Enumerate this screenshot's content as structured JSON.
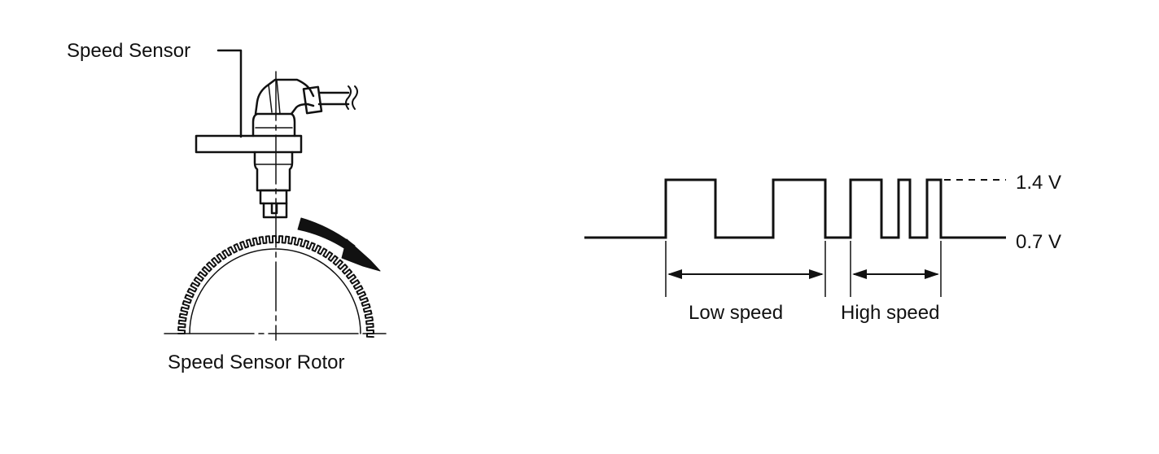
{
  "sensor_diagram": {
    "sensor_label": "Speed Sensor",
    "rotor_label": "Speed Sensor Rotor"
  },
  "waveform": {
    "high_voltage_label": "1.4 V",
    "low_voltage_label": "0.7 V",
    "low_speed_label": "Low speed",
    "high_speed_label": "High speed"
  }
}
